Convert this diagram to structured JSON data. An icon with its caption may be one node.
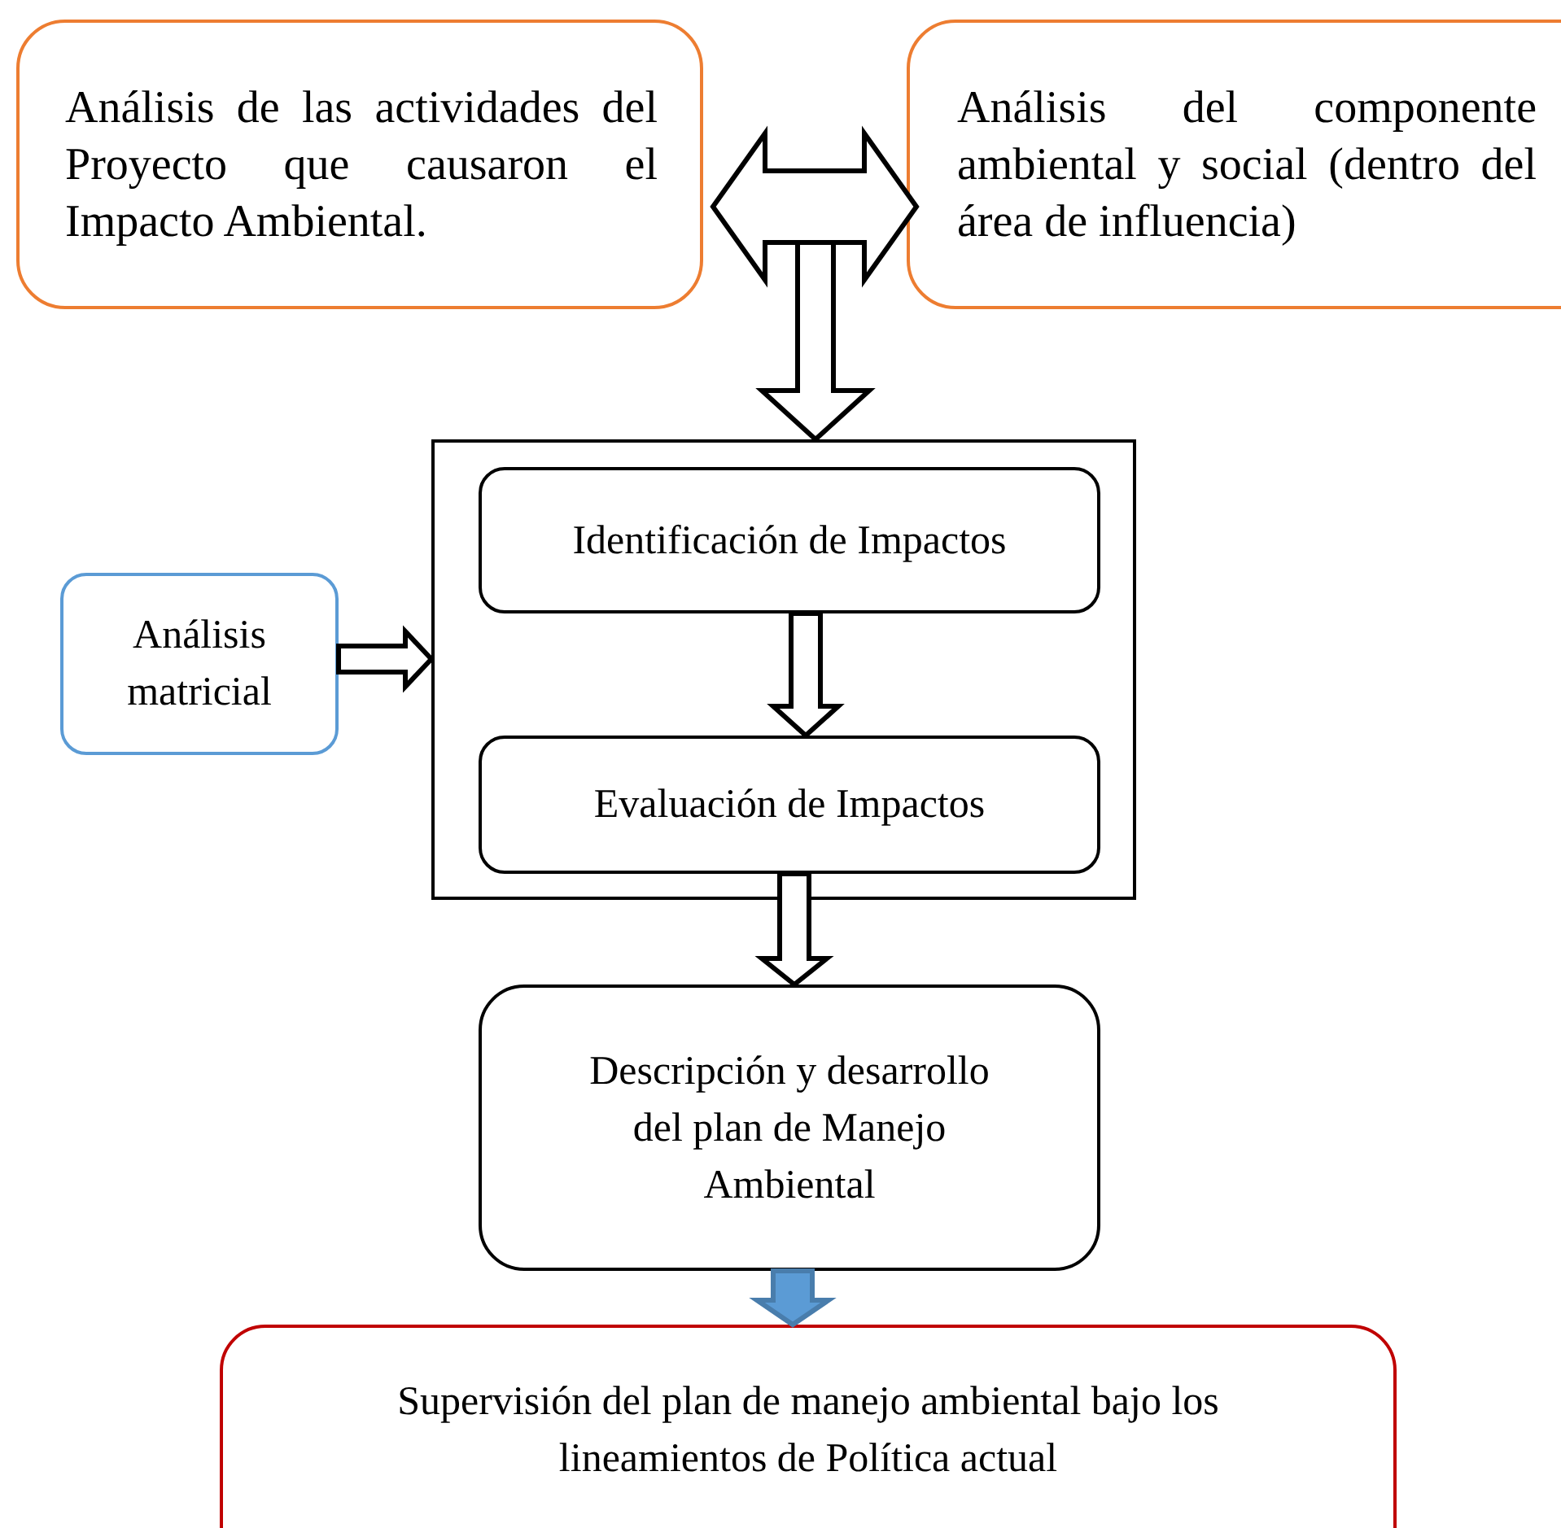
{
  "diagram": {
    "nodes": [
      {
        "text": [
          "Análisis de las actividades del Proyecto que causaron el Impacto Ambiental."
        ]
      },
      {
        "text": [
          "Análisis del componente ambiental y social (dentro del área de influencia)"
        ]
      },
      {
        "text": [],
        "shape": "box"
      },
      {
        "text": [
          "Identificación de Impactos"
        ],
        "in": 2
      },
      {
        "text": [
          "Evaluación de Impactos"
        ],
        "in": 2
      },
      {
        "text": [
          "Análisis matricial"
        ]
      },
      {
        "text": [
          "Descripción y desarrollo del plan de Manejo Ambiental"
        ]
      },
      {
        "text": [
          "Supervisión del plan de manejo ambiental bajo los lineamientos de Política actual"
        ]
      }
    ],
    "edges": [
      {
        "from": 0,
        "to": 1,
        "arrow": "both"
      },
      {
        "from": null,
        "to": 2,
        "arrow": "to"
      },
      {
        "from": 5,
        "to": 2,
        "arrow": "to"
      },
      {
        "from": 3,
        "to": 4,
        "arrow": "to"
      },
      {
        "from": 4,
        "to": 6,
        "arrow": "to"
      },
      {
        "from": 6,
        "to": 7,
        "arrow": "to",
        "color": "#5b9bd5"
      }
    ]
  }
}
